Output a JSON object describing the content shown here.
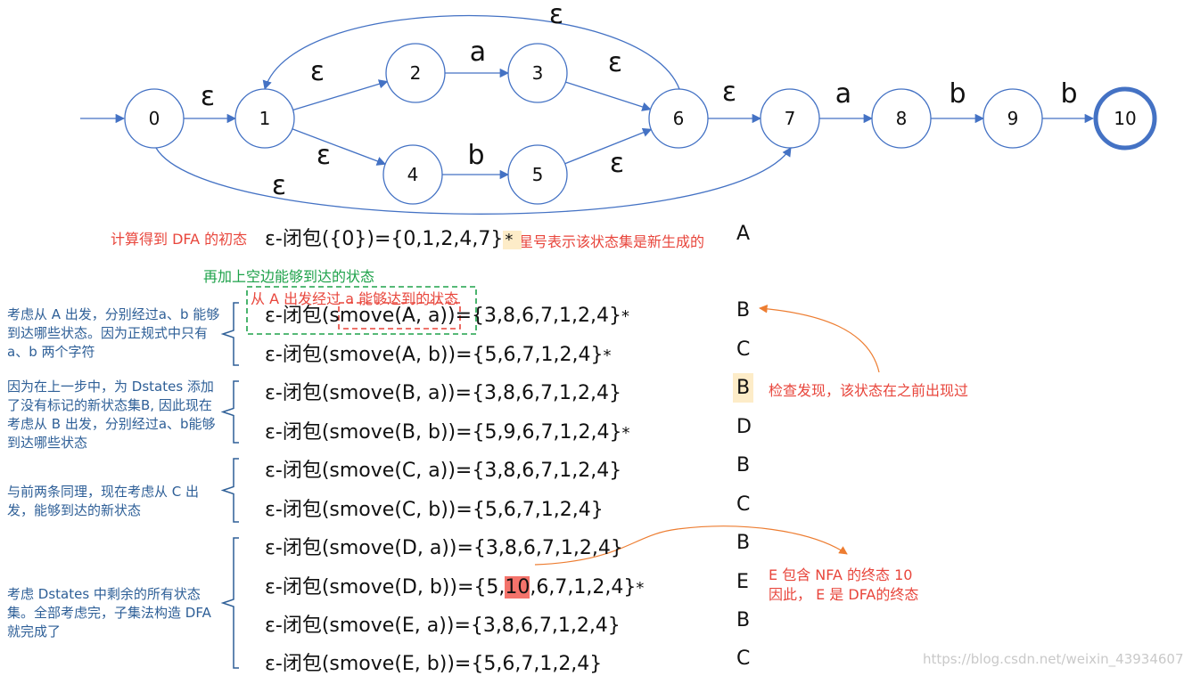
{
  "nfa": {
    "states": [
      "0",
      "1",
      "2",
      "3",
      "4",
      "5",
      "6",
      "7",
      "8",
      "9",
      "10"
    ],
    "final_state": "10",
    "edge_labels": {
      "e_0_1": "ε",
      "e_1_2": "ε",
      "e_1_4": "ε",
      "e_2_3": "a",
      "e_4_5": "b",
      "e_3_6": "ε",
      "e_5_6": "ε",
      "e_6_1": "ε",
      "e_6_7": "ε",
      "e_0_7": "ε",
      "e_7_8": "a",
      "e_8_9": "b",
      "e_9_10": "b"
    }
  },
  "annotations": {
    "initial_state": "计算得到 DFA 的初态",
    "star_meaning": "星号表示该状态集是新生成的",
    "empty_edges": "再加上空边能够到达的状态",
    "via_a": "从 A 出发经过 a 能够达到的状态",
    "already_seen": "检查发现，该状态在之前出现过",
    "final_note_line1": "E 包含 NFA 的终态 10",
    "final_note_line2": "因此， E 是 DFA的终态",
    "group1": "考虑从 A 出发，分别经过a、b 能够到达哪些状态。因为正规式中只有 a、b 两个字符",
    "group2": "因为在上一步中，为 Dstates 添加了没有标记的新状态集B, 因此现在考虑从 B 出发，分别经过a、b能够到达哪些状态",
    "group3": "与前两条同理，现在考虑从 C 出发，能够到达的新状态",
    "group4": "考虑 Dstates 中剩余的所有状态集。全部考虑完，子集法构造 DFA 就完成了"
  },
  "rows": [
    {
      "expr": "ε-闭包({0})={0,1,2,4,7}",
      "star": "*",
      "label": "A"
    },
    {
      "expr": "ε-闭包(smove(A, a))={3,8,6,7,1,2,4}",
      "star": "*",
      "label": "B"
    },
    {
      "expr": "ε-闭包(smove(A, b))={5,6,7,1,2,4}",
      "star": "*",
      "label": "C"
    },
    {
      "expr": "ε-闭包(smove(B, a))={3,8,6,7,1,2,4}",
      "star": "",
      "label": "B"
    },
    {
      "expr": "ε-闭包(smove(B, b))={5,9,6,7,1,2,4}",
      "star": "*",
      "label": "D"
    },
    {
      "expr": "ε-闭包(smove(C, a))={3,8,6,7,1,2,4}",
      "star": "",
      "label": "B"
    },
    {
      "expr": "ε-闭包(smove(C, b))={5,6,7,1,2,4}",
      "star": "",
      "label": "C"
    },
    {
      "expr": "ε-闭包(smove(D, a))={3,8,6,7,1,2,4}",
      "star": "",
      "label": "B"
    },
    {
      "expr_pre": "ε-闭包(smove(D, b))={5,",
      "expr_hl": "10",
      "expr_post": ",6,7,1,2,4}",
      "star": "*",
      "label": "E"
    },
    {
      "expr": "ε-闭包(smove(E, a))={3,8,6,7,1,2,4}",
      "star": "",
      "label": "B"
    },
    {
      "expr": "ε-闭包(smove(E, b))={5,6,7,1,2,4}",
      "star": "",
      "label": "C"
    }
  ],
  "watermark": "https://blog.csdn.net/weixin_43934607",
  "colors": {
    "node_stroke": "#4472c4",
    "annotation_red": "#e8463c",
    "annotation_green": "#1ea24a",
    "annotation_blue": "#2e5f97",
    "arrow_orange": "#ed7d31",
    "highlight_yellow": "#fdecc8",
    "highlight_red": "#f4736b"
  }
}
